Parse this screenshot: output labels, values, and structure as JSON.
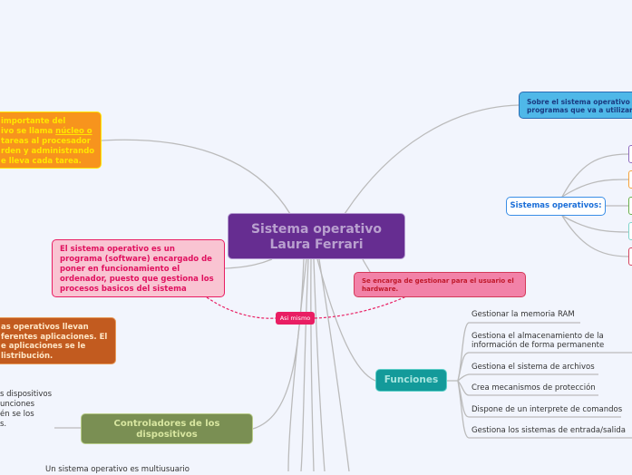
{
  "central": {
    "line1": "Sistema operativo",
    "line2": "Laura Ferrari"
  },
  "nucleo": {
    "lines": [
      "importante del",
      "ivo se llama ",
      " tareas al procesador",
      "rden y administrando",
      "e lleva cada tarea."
    ],
    "link": "núcleo o"
  },
  "definicion": {
    "text": "El sistema operativo es un programa (software) encargado de poner en funcionamiento el ordenador, puesto que gestiona los procesos basicos del sistema"
  },
  "distribucion": {
    "lines": [
      "as operativos llevan",
      "ferentes aplicaciones. El",
      "e aplicaciones se le",
      "listribución."
    ]
  },
  "dispositivos_text": {
    "lines": [
      "s dispositivos",
      "unciones",
      "én se los",
      "s."
    ]
  },
  "controladores": {
    "label": "Controladores de los dispositivos"
  },
  "multiusuario": {
    "text": "Un sistema operativo es multiusuario"
  },
  "sobre": {
    "line1": "Sobre el sistema operativo s",
    "line2": "programas que va a utilizar"
  },
  "sistemas_operativos": {
    "label": "Sistemas operativos:",
    "child_colors": [
      "#8e6bbf",
      "#f7a23b",
      "#6ab04c",
      "#7fd6cc",
      "#d64561"
    ]
  },
  "hardware": {
    "text": "Se encarga de gestionar para el usuario el hardware."
  },
  "asi_mismo": {
    "label": "Asi mismo"
  },
  "funciones": {
    "label": "Funciones",
    "items": [
      "Gestionar la memoria RAM",
      "Gestiona el almacenamiento de la información de forma permanente",
      "Gestiona el sistema de archivos",
      "Crea mecanismos de protección",
      "Dispone de un interprete de comandos",
      "Gestiona los sistemas de entrada/salida"
    ]
  }
}
